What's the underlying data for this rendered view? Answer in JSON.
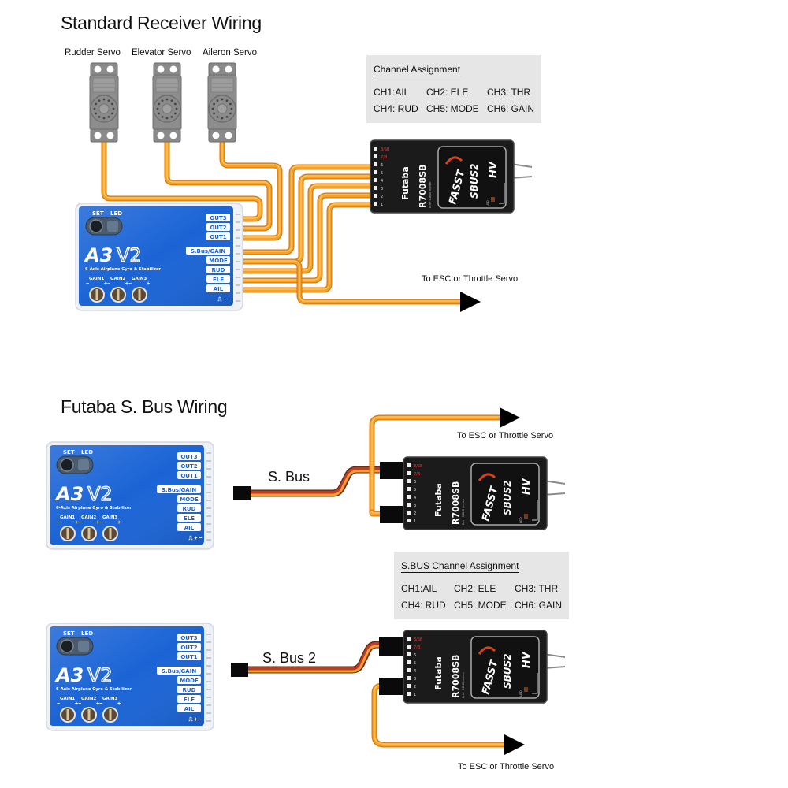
{
  "sections": {
    "standard": {
      "title": "Standard Receiver Wiring",
      "servos": [
        {
          "label": "Rudder Servo"
        },
        {
          "label": "Elevator Servo"
        },
        {
          "label": "Aileron Servo"
        }
      ],
      "channel_box": {
        "heading": "Channel Assignment",
        "cells": [
          "CH1:AIL",
          "CH2: ELE",
          "CH3: THR",
          "CH4: RUD",
          "CH5: MODE",
          "CH6: GAIN"
        ]
      },
      "esc_note": "To ESC or Throttle Servo"
    },
    "sbus": {
      "title": "Futaba S. Bus Wiring",
      "bus_label": "S. Bus",
      "esc_note": "To ESC or Throttle Servo",
      "channel_box": {
        "heading": "S.BUS Channel Assignment",
        "cells": [
          "CH1:AIL",
          "CH2: ELE",
          "CH3: THR",
          "CH4: RUD",
          "CH5: MODE",
          "CH6: GAIN"
        ]
      }
    },
    "sbus2": {
      "bus_label": "S. Bus 2",
      "esc_note": "To ESC or Throttle Servo"
    }
  },
  "controller": {
    "model_a": "A3",
    "model_b": "V2",
    "subtitle": "6-Axis Airplane Gyro & Stabilizer",
    "set_label": "SET",
    "led_label": "LED",
    "gains": [
      "GAIN1",
      "GAIN2",
      "GAIN3"
    ],
    "ports": [
      "OUT3",
      "OUT2",
      "OUT1",
      "S.Bus/GAIN",
      "MODE",
      "RUD",
      "ELE",
      "AIL"
    ],
    "polarity": "⎍ + −",
    "minus": "−",
    "plus": "+"
  },
  "receiver": {
    "brand": "Futaba",
    "model": "R7008SB",
    "fine": "8ch + S.BUS receiver",
    "fasst": "FASST",
    "sbus2": "SBUS2",
    "hv": "HV",
    "led": "LED",
    "pins": [
      "1",
      "2",
      "3",
      "4",
      "5",
      "6",
      "7/B",
      "8/SB"
    ]
  },
  "colors": {
    "wire_orange": "#f4a12a",
    "wire_dark": "#d97a0c",
    "wire_red": "#c0392b",
    "controller_blue": "#1b64d6",
    "receiver_black": "#1b1b1b",
    "channel_box_bg": "#e6e6e6"
  }
}
